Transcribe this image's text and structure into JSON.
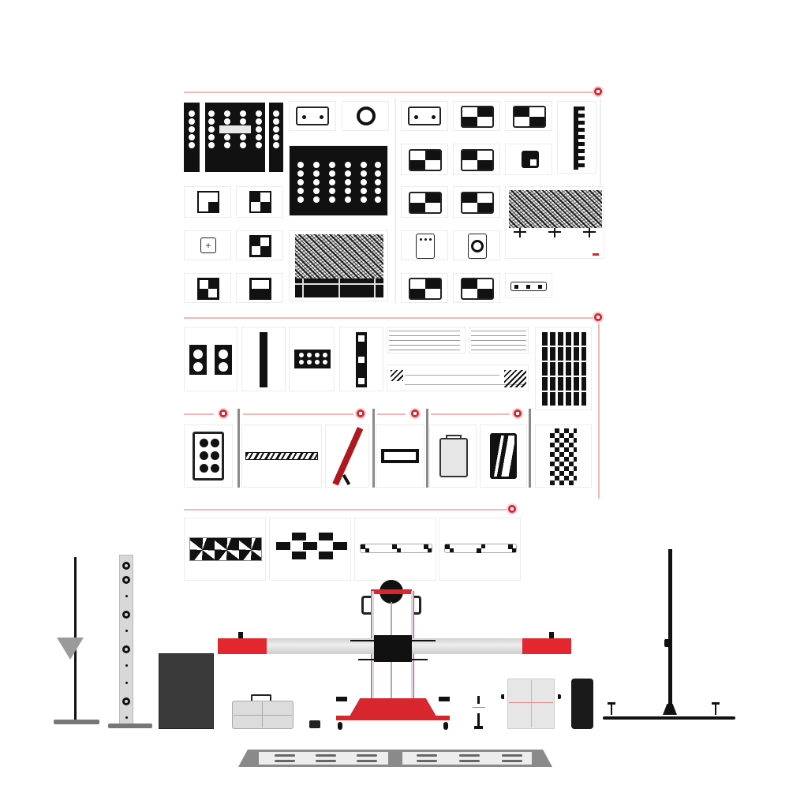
{
  "image": {
    "subject": "ADAS calibration kit product overview",
    "background_color": "#ffffff",
    "accent_color": "#d8262e",
    "divider_color": "#f2b8b8"
  },
  "target_board": {
    "sections": [
      {
        "name": "camera-targets-group-1",
        "badge_icon": "car-camera-icon",
        "items": [
          "dot-grid-panel-triple",
          "dot-target-small",
          "circle-target-small",
          "dot-grid-panel-large",
          "quadrant-target-1",
          "quadrant-target-2",
          "crosshair-target",
          "checker-square-target-1",
          "noise-pattern-panel",
          "checker-square-target-2",
          "checker-square-target-3"
        ]
      },
      {
        "name": "camera-targets-group-2",
        "items": [
          "dot-target-two",
          "checker-target-1",
          "checker-target-2",
          "vertical-checker-strip",
          "checker-target-3",
          "checker-target-4",
          "small-checker-target",
          "checker-target-5",
          "checker-target-6",
          "noise-pattern-wide-with-crosses",
          "three-dot-vertical-target",
          "circle-target-vertical",
          "three-marker-strip"
        ]
      },
      {
        "name": "radar-lidar-targets",
        "badge_icon": "radar-icon",
        "items": [
          "double-circle-panels",
          "vertical-black-bar",
          "eight-dot-panel",
          "three-window-bar",
          "line-diagram-top",
          "line-diagram-bottom",
          "bar-grid-panel"
        ]
      },
      {
        "name": "misc-targets",
        "badges": [
          "badge-1",
          "badge-2",
          "badge-3",
          "badge-4"
        ],
        "items": [
          "six-dot-panel",
          "diagonal-stripe-strip",
          "red-reflector-stand",
          "rectangle-frame-target",
          "carry-case-target",
          "curve-lane-target",
          "vertical-checker-panel"
        ]
      },
      {
        "name": "surround-view-targets",
        "badge_icon": "car-360-icon",
        "items": [
          "pinwheel-strip",
          "brick-checker-pattern",
          "corner-marker-strip-1",
          "corner-marker-strip-2"
        ]
      }
    ]
  },
  "equipment": [
    "tripod-stand-with-reflector",
    "vertical-dot-target-stand",
    "black-radar-panel",
    "carry-case",
    "small-laser-box",
    "calibration-frame-main",
    "laser-pointer-stand",
    "reflector-board-white",
    "black-battery-unit",
    "tall-tripod-stand",
    "floor-mat-targets"
  ]
}
